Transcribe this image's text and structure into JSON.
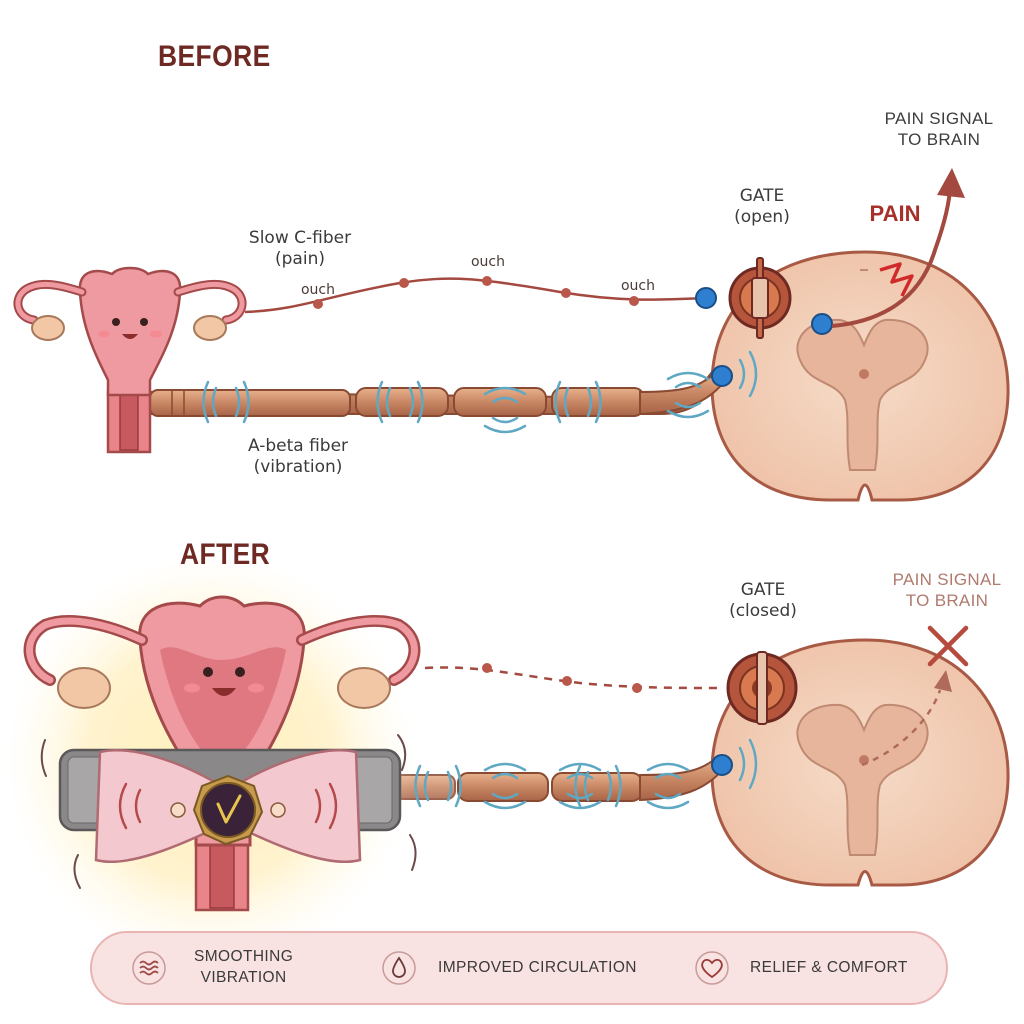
{
  "before": {
    "heading": "BEFORE",
    "c_fiber_label_1": "Slow C-fiber",
    "c_fiber_label_2": "(pain)",
    "ouch_labels": [
      "ouch",
      "ouch",
      "ouch"
    ],
    "a_beta_label_1": "A-beta fiber",
    "a_beta_label_2": "(vibration)",
    "gate_label_1": "GATE",
    "gate_label_2": "(open)",
    "pain_label": "PAIN",
    "signal_label_1": "PAIN SIGNAL",
    "signal_label_2": "TO BRAIN"
  },
  "after": {
    "heading": "AFTER",
    "gate_label_1": "GATE",
    "gate_label_2": "(closed)",
    "signal_label_1": "PAIN SIGNAL",
    "signal_label_2": "TO BRAIN"
  },
  "legend": {
    "items": [
      {
        "icon": "wavy-lines-icon",
        "line1": "SMOOTHING",
        "line2": "VIBRATION"
      },
      {
        "icon": "droplet-icon",
        "line1": "IMPROVED CIRCULATION",
        "line2": ""
      },
      {
        "icon": "heart-icon",
        "line1": "RELIEF & COMFORT",
        "line2": ""
      }
    ]
  },
  "colors": {
    "heading": "#6e2a22",
    "nerve": "#c98a6a",
    "pain_path": "#a4493f",
    "vibration": "#5fa8c4",
    "synapse": "#2e7fd0",
    "spinal_cord": "#f5d9c8",
    "uterus": "#e8848a",
    "device": "#f3c9cf",
    "legend_bg": "#f9e2e2"
  }
}
